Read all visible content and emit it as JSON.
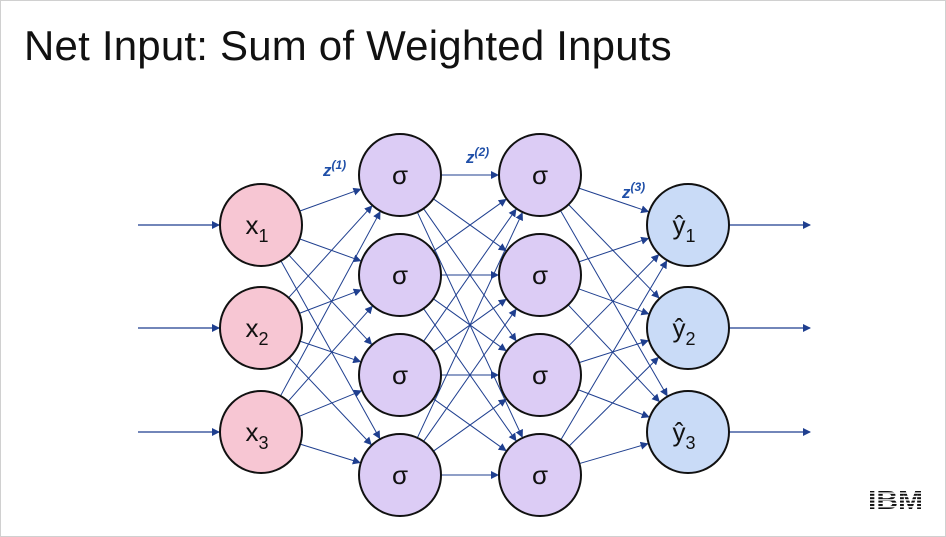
{
  "title": "Net Input: Sum of Weighted Inputs",
  "logo_text": "IBM",
  "colors": {
    "input": "#f7c6d3",
    "hidden": "#dcccf5",
    "output": "#c9dbf7",
    "edge": "#1f3f8f",
    "z_label": "#1f4fa8"
  },
  "diagram": {
    "inputs": [
      {
        "base": "x",
        "sub": "1"
      },
      {
        "base": "x",
        "sub": "2"
      },
      {
        "base": "x",
        "sub": "3"
      }
    ],
    "hidden1": [
      "σ",
      "σ",
      "σ",
      "σ"
    ],
    "hidden2": [
      "σ",
      "σ",
      "σ",
      "σ"
    ],
    "outputs": [
      {
        "base": "ŷ",
        "sub": "1"
      },
      {
        "base": "ŷ",
        "sub": "2"
      },
      {
        "base": "ŷ",
        "sub": "3"
      }
    ],
    "z_labels": [
      {
        "base": "z",
        "sup": "(1)"
      },
      {
        "base": "z",
        "sup": "(2)"
      },
      {
        "base": "z",
        "sup": "(3)"
      }
    ]
  }
}
